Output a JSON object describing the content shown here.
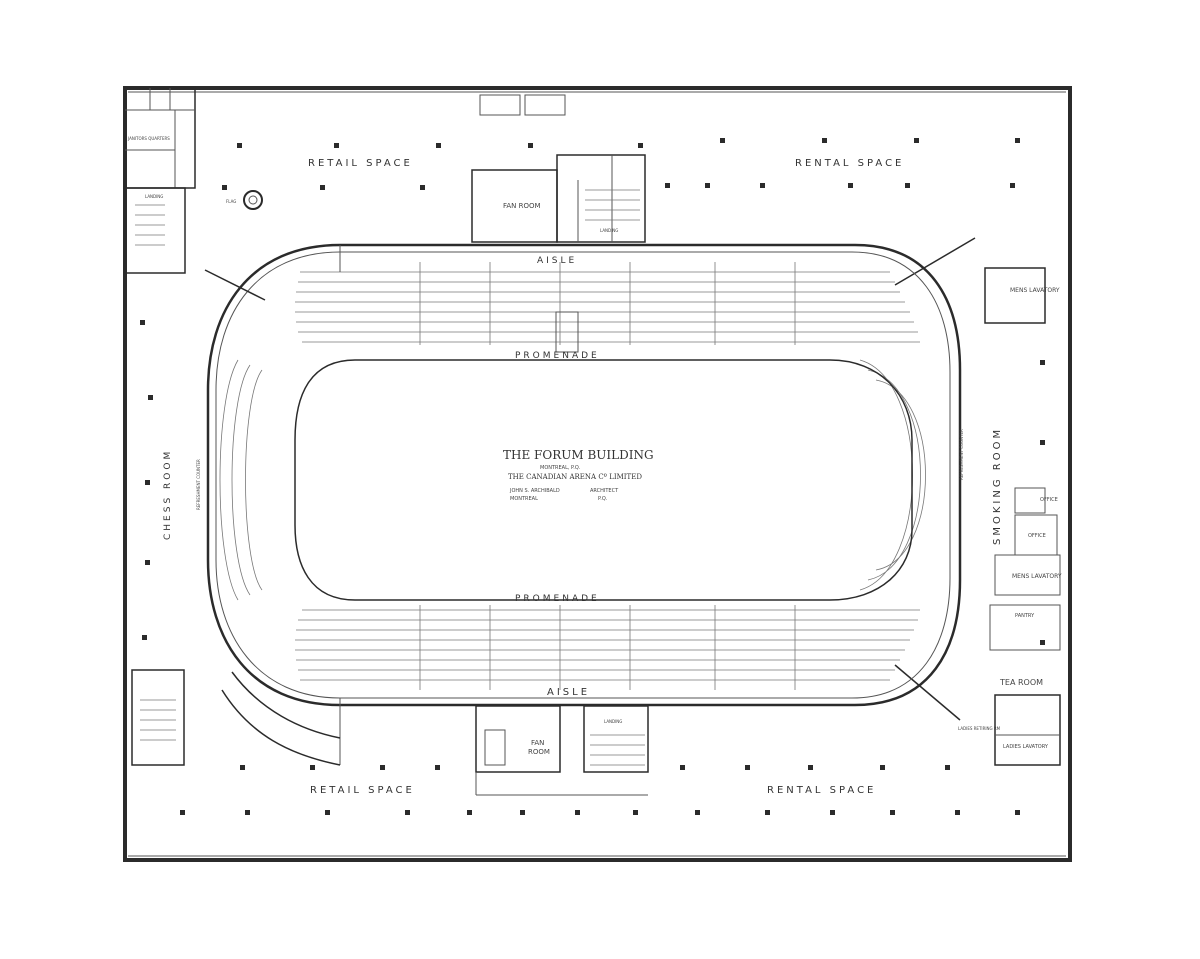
{
  "plan": {
    "title": "THE FORUM BUILDING",
    "location": "MONTREAL, P.Q.",
    "owner": "THE CANADIAN ARENA Cº LIMITED",
    "architect_name": "JOHN S. ARCHIBALD",
    "architect_role": "ARCHITECT",
    "architect_city": "MONTREAL",
    "architect_prov": "P.Q."
  },
  "labels": {
    "rental_top_left": "RETAIL SPACE",
    "rental_top_right": "RENTAL SPACE",
    "rental_bottom_left": "RETAIL SPACE",
    "rental_bottom_right": "RENTAL SPACE",
    "aisle_top": "AISLE",
    "aisle_bottom": "AISLE",
    "promenade_top": "PROMENADE",
    "promenade_bottom": "PROMENADE",
    "fan_room_top": "FAN ROOM",
    "fan_room_bottom_1": "FAN",
    "fan_room_bottom_2": "ROOM",
    "smoking_room": "SMOKING ROOM",
    "chess_room": "CHESS ROOM",
    "mens_lavatory_top": "MENS LAVATORY",
    "mens_lavatory_right": "MENS LAVATORY",
    "office": "OFFICE",
    "office_2": "OFFICE",
    "pantry": "PANTRY",
    "tea_room": "TEA ROOM",
    "ladies_lavatory": "LADIES LAVATORY",
    "ladies_retiring": "LADIES RETIRING RM",
    "landing_top": "LANDING",
    "landing_bottom": "LANDING",
    "landing_left": "LANDING",
    "refreshment_counter_left": "REFRESHMENT COUNTER",
    "refreshment_counter_right": "REFRESHMENT COUNTER",
    "janitors_quarters": "JANITORS QUARTERS",
    "flag": "FLAG"
  }
}
